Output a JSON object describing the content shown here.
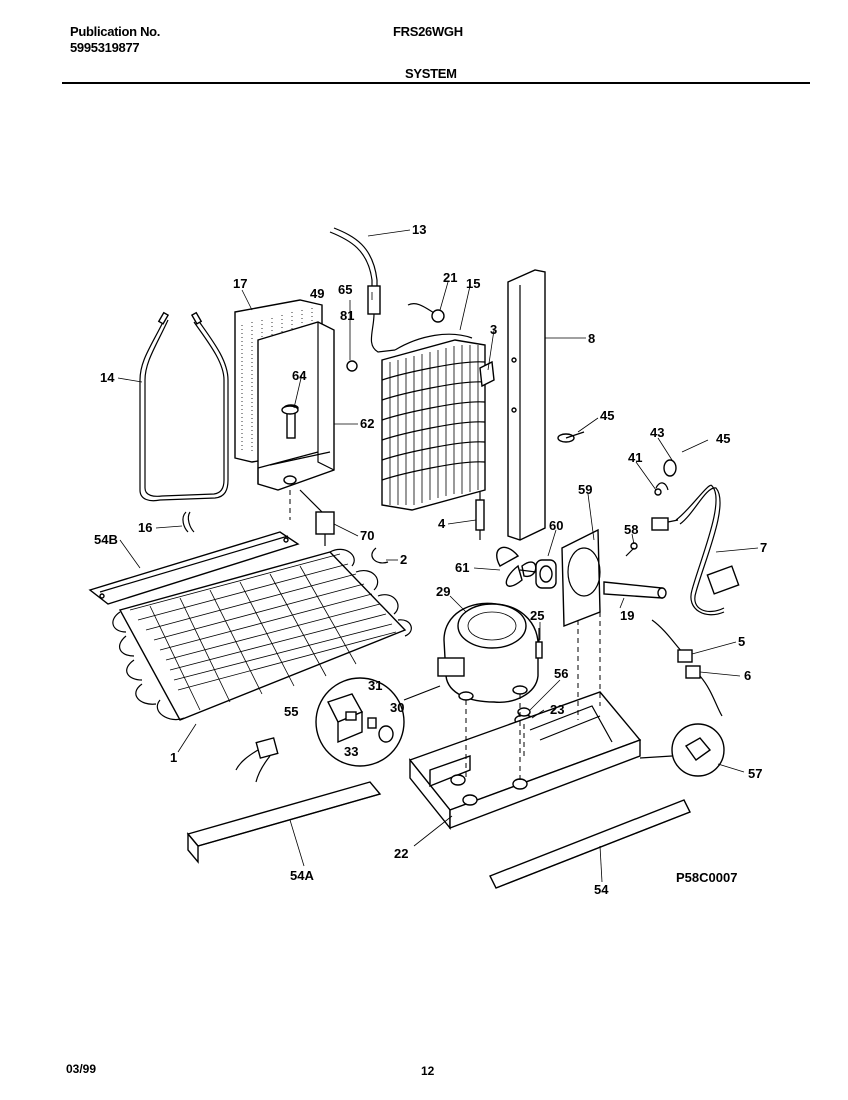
{
  "header": {
    "publication_label": "Publication No.",
    "publication_number": "5995319877",
    "model": "FRS26WGH",
    "section": "SYSTEM"
  },
  "diagram": {
    "drawing_code": "P58C0007",
    "callouts": [
      "13",
      "17",
      "49",
      "65",
      "21",
      "15",
      "3",
      "8",
      "81",
      "14",
      "64",
      "62",
      "45",
      "43",
      "45",
      "41",
      "4",
      "70",
      "59",
      "16",
      "54B",
      "2",
      "60",
      "58",
      "7",
      "61",
      "29",
      "19",
      "25",
      "5",
      "6",
      "56",
      "31",
      "55",
      "30",
      "23",
      "1",
      "33",
      "57",
      "22",
      "54A",
      "54"
    ]
  },
  "footer": {
    "date": "03/99",
    "page": "12"
  }
}
